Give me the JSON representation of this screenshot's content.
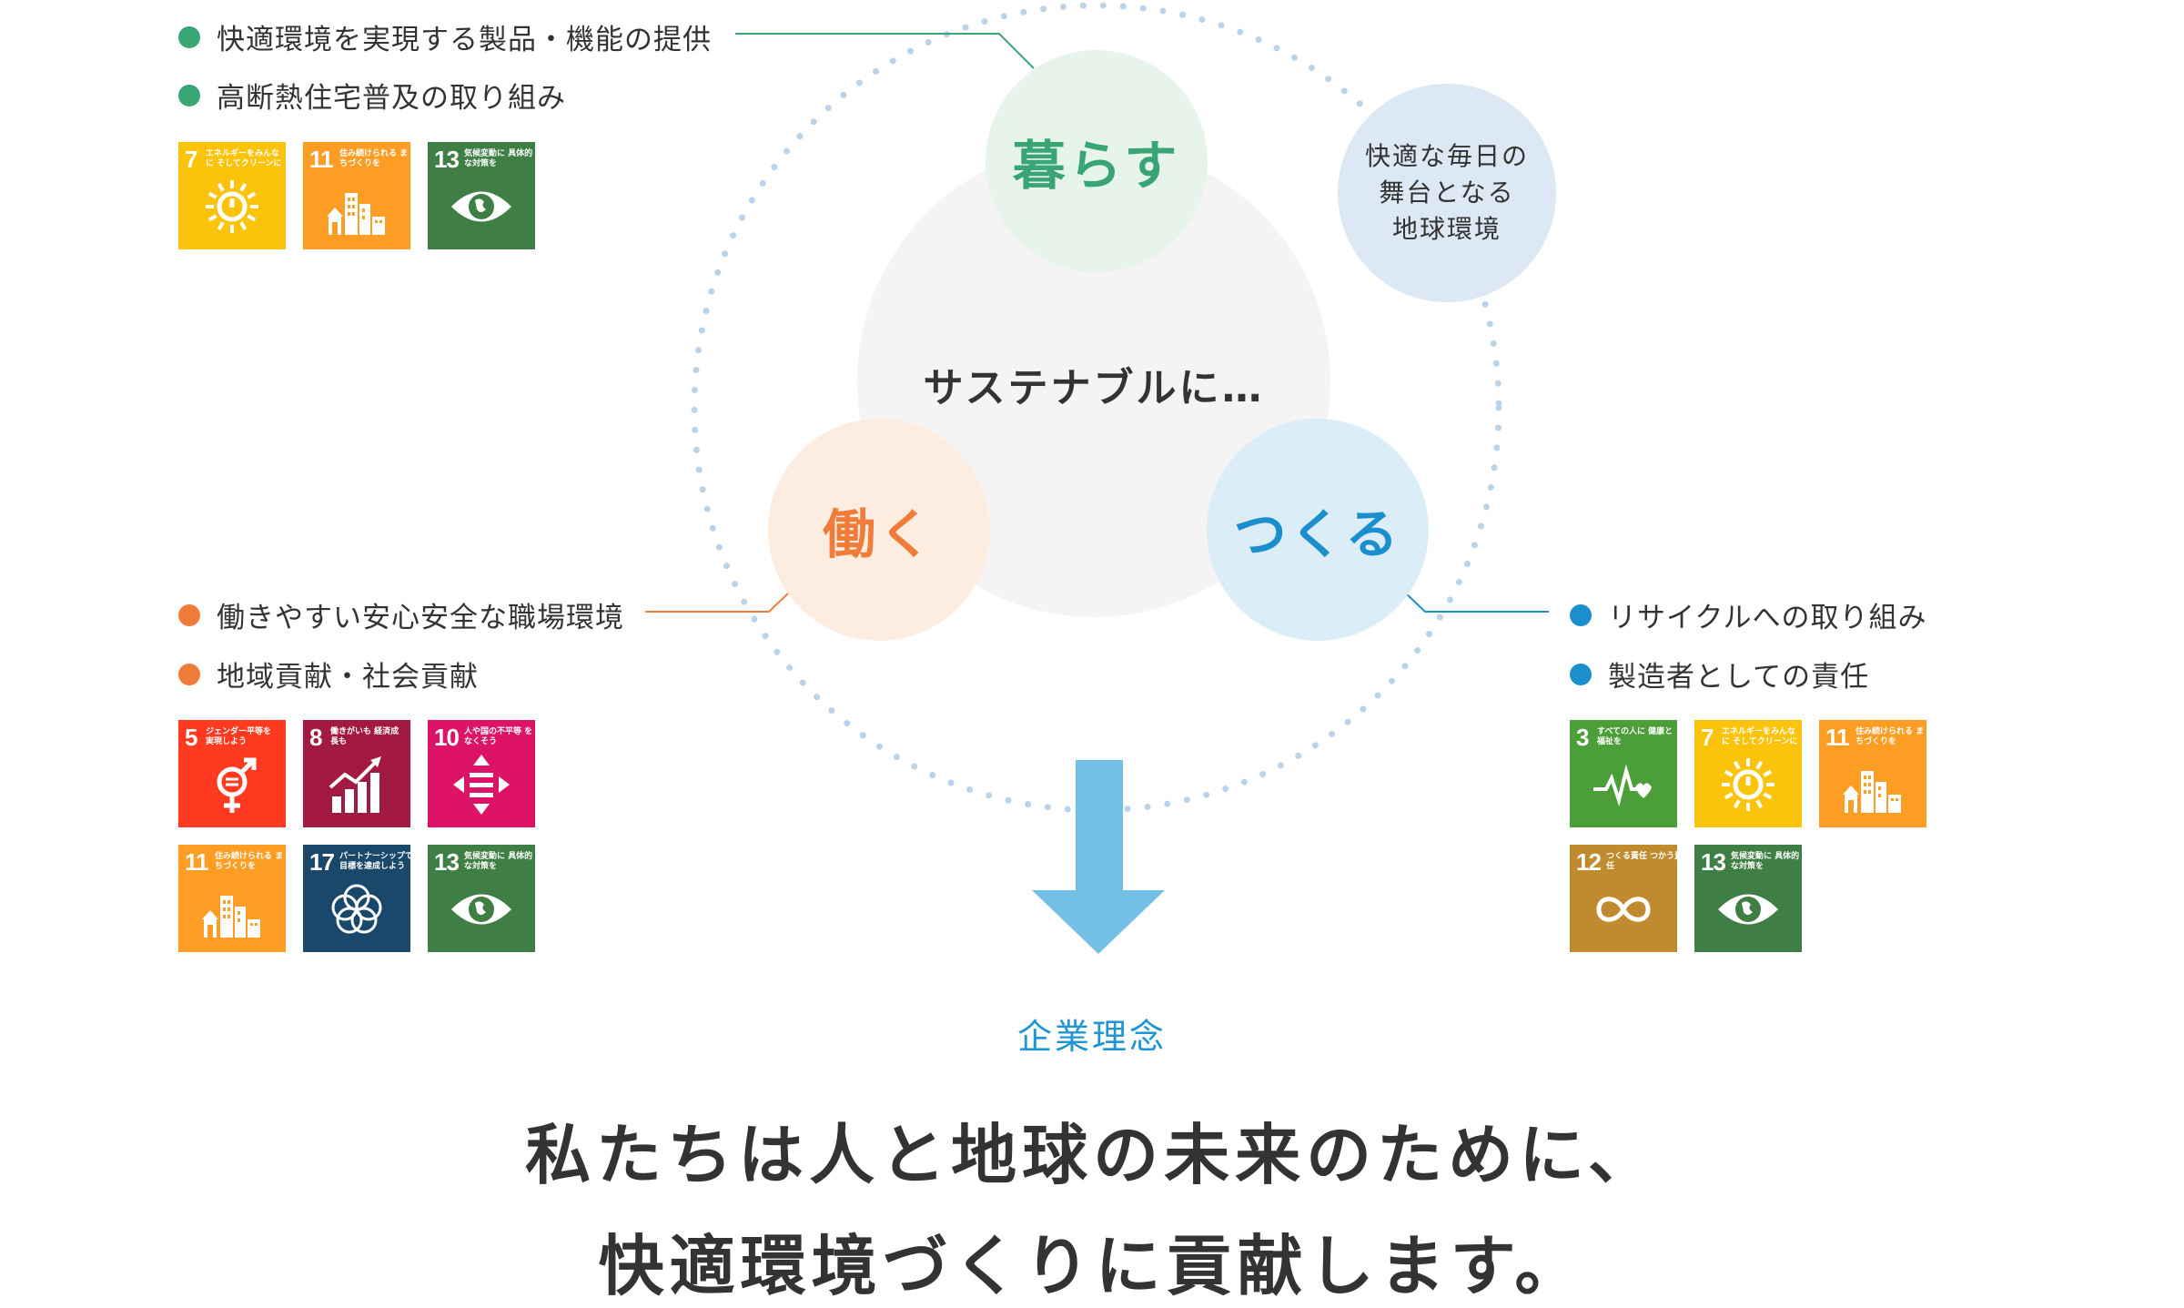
{
  "diagram": {
    "center_text": "サステナブルに…",
    "earth_text": [
      "快適な毎日の",
      "舞台となる",
      "地球環境"
    ],
    "circles": {
      "living": {
        "label": "暮らす",
        "color": "#3aa574",
        "bg": "#e6f4ec"
      },
      "working": {
        "label": "働く",
        "color": "#f07c3a",
        "bg": "#fdece0"
      },
      "making": {
        "label": "つくる",
        "color": "#1b8fce",
        "bg": "#dbeef8"
      }
    },
    "earth_bg": "#dce8f4",
    "core_bg": "#f4f4f4",
    "ring_dot_color": "#b9d3ea",
    "arrow_color": "#74bfe6"
  },
  "groups": {
    "living": {
      "color": "#3aa574",
      "bullets": [
        "快適環境を実現する製品・機能の提供",
        "高断熱住宅普及の取り組み"
      ],
      "sdgs": [
        {
          "num": "7",
          "caption": "エネルギーをみんなに そしてクリーンに",
          "icon": "sun-power-icon",
          "color": "#fcc30b"
        },
        {
          "num": "11",
          "caption": "住み続けられる まちづくりを",
          "icon": "city-buildings-icon",
          "color": "#fd9d24"
        },
        {
          "num": "13",
          "caption": "気候変動に 具体的な対策を",
          "icon": "earth-eye-icon",
          "color": "#3f7e44"
        }
      ]
    },
    "working": {
      "color": "#f07c3a",
      "bullets": [
        "働きやすい安心安全な職場環境",
        "地域貢献・社会貢献"
      ],
      "sdgs": [
        {
          "num": "5",
          "caption": "ジェンダー平等を 実現しよう",
          "icon": "gender-equality-icon",
          "color": "#ff3a21"
        },
        {
          "num": "8",
          "caption": "働きがいも 経済成長も",
          "icon": "growth-chart-icon",
          "color": "#a21942"
        },
        {
          "num": "10",
          "caption": "人や国の不平等 をなくそう",
          "icon": "equality-arrows-icon",
          "color": "#dd1367"
        },
        {
          "num": "11",
          "caption": "住み続けられる まちづくりを",
          "icon": "city-buildings-icon",
          "color": "#fd9d24"
        },
        {
          "num": "17",
          "caption": "パートナーシップで 目標を達成しよう",
          "icon": "partnership-rings-icon",
          "color": "#19486a"
        },
        {
          "num": "13",
          "caption": "気候変動に 具体的な対策を",
          "icon": "earth-eye-icon",
          "color": "#3f7e44"
        }
      ]
    },
    "making": {
      "color": "#1b8fce",
      "bullets": [
        "リサイクルへの取り組み",
        "製造者としての責任"
      ],
      "sdgs": [
        {
          "num": "3",
          "caption": "すべての人に 健康と福祉を",
          "icon": "heartbeat-icon",
          "color": "#4c9f38"
        },
        {
          "num": "7",
          "caption": "エネルギーをみんなに そしてクリーンに",
          "icon": "sun-power-icon",
          "color": "#fcc30b"
        },
        {
          "num": "11",
          "caption": "住み続けられる まちづくりを",
          "icon": "city-buildings-icon",
          "color": "#fd9d24"
        },
        {
          "num": "12",
          "caption": "つくる責任 つかう責任",
          "icon": "infinity-icon",
          "color": "#bf8b2e"
        },
        {
          "num": "13",
          "caption": "気候変動に 具体的な対策を",
          "icon": "earth-eye-icon",
          "color": "#3f7e44"
        }
      ]
    }
  },
  "philosophy": {
    "label": "企業理念",
    "line1": "私たちは人と地球の未来のために、",
    "line2": "快適環境づくりに貢献します。"
  }
}
